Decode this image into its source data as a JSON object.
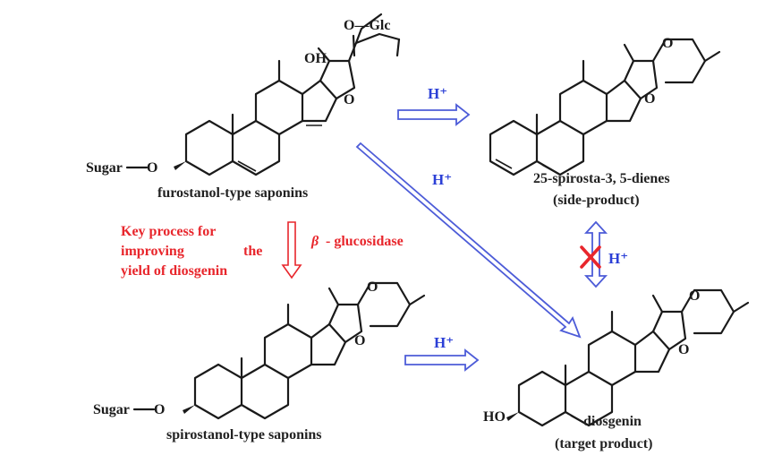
{
  "labels": {
    "furostanol": "furostanol-type saponins",
    "spirostanol": "spirostanol-type saponins",
    "side_product_name": "25-spirosta-3, 5-dienes",
    "side_product_role": "(side-product)",
    "diosgenin_name": "diosgenin",
    "diosgenin_role": "(target product)"
  },
  "atoms": {
    "glc": "O—Glc",
    "oh": "OH",
    "o": "O",
    "sugar": "Sugar",
    "ho": "HO"
  },
  "reagents": {
    "acid": "H⁺"
  },
  "key_process": {
    "line1": "Key process for",
    "line2a": "improving",
    "line2b": "the",
    "line3": "yield of diosgenin"
  },
  "enzyme": {
    "beta": "β",
    "rest": "- glucosidase"
  },
  "colors": {
    "acid_arrow": "#4d5cd8",
    "acid_text": "#2b3fd6",
    "key_text": "#e8262c",
    "blocked_mark": "#e8262c"
  },
  "icons": {
    "blocked": "x-mark-icon"
  }
}
